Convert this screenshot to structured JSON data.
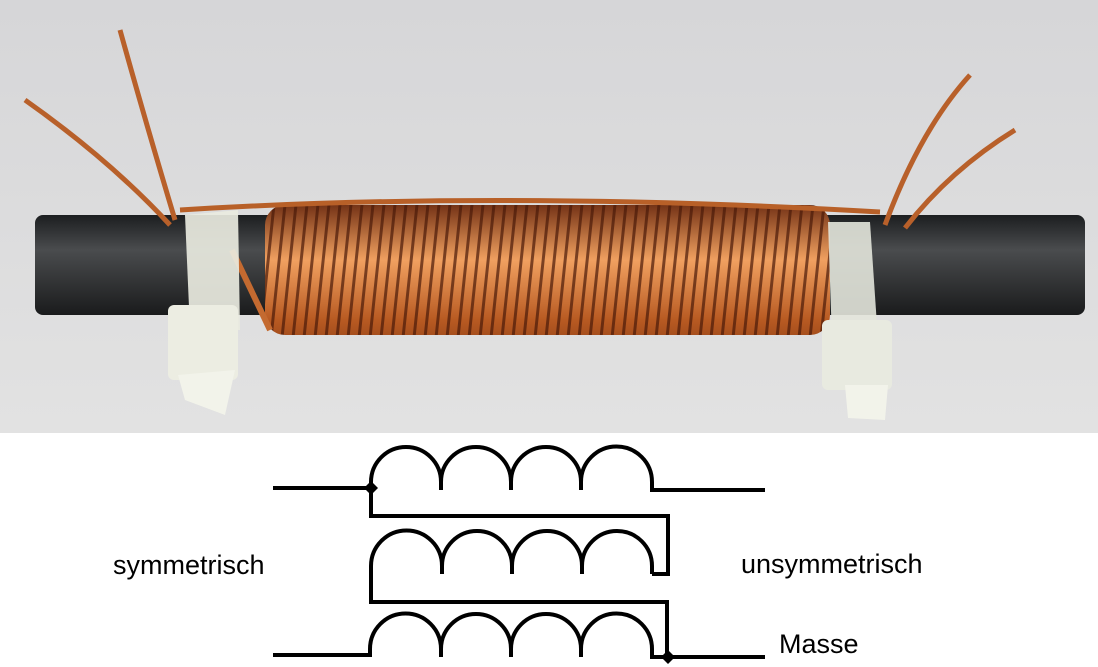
{
  "diagram": {
    "label_left": "symmetrisch",
    "label_right": "unsymmetrisch",
    "label_ground": "Masse"
  },
  "colors": {
    "background": "#d9d9d9",
    "tube": "#2a2c2e",
    "copper": "#b8622a",
    "zip_tie": "#e6e8dc"
  }
}
